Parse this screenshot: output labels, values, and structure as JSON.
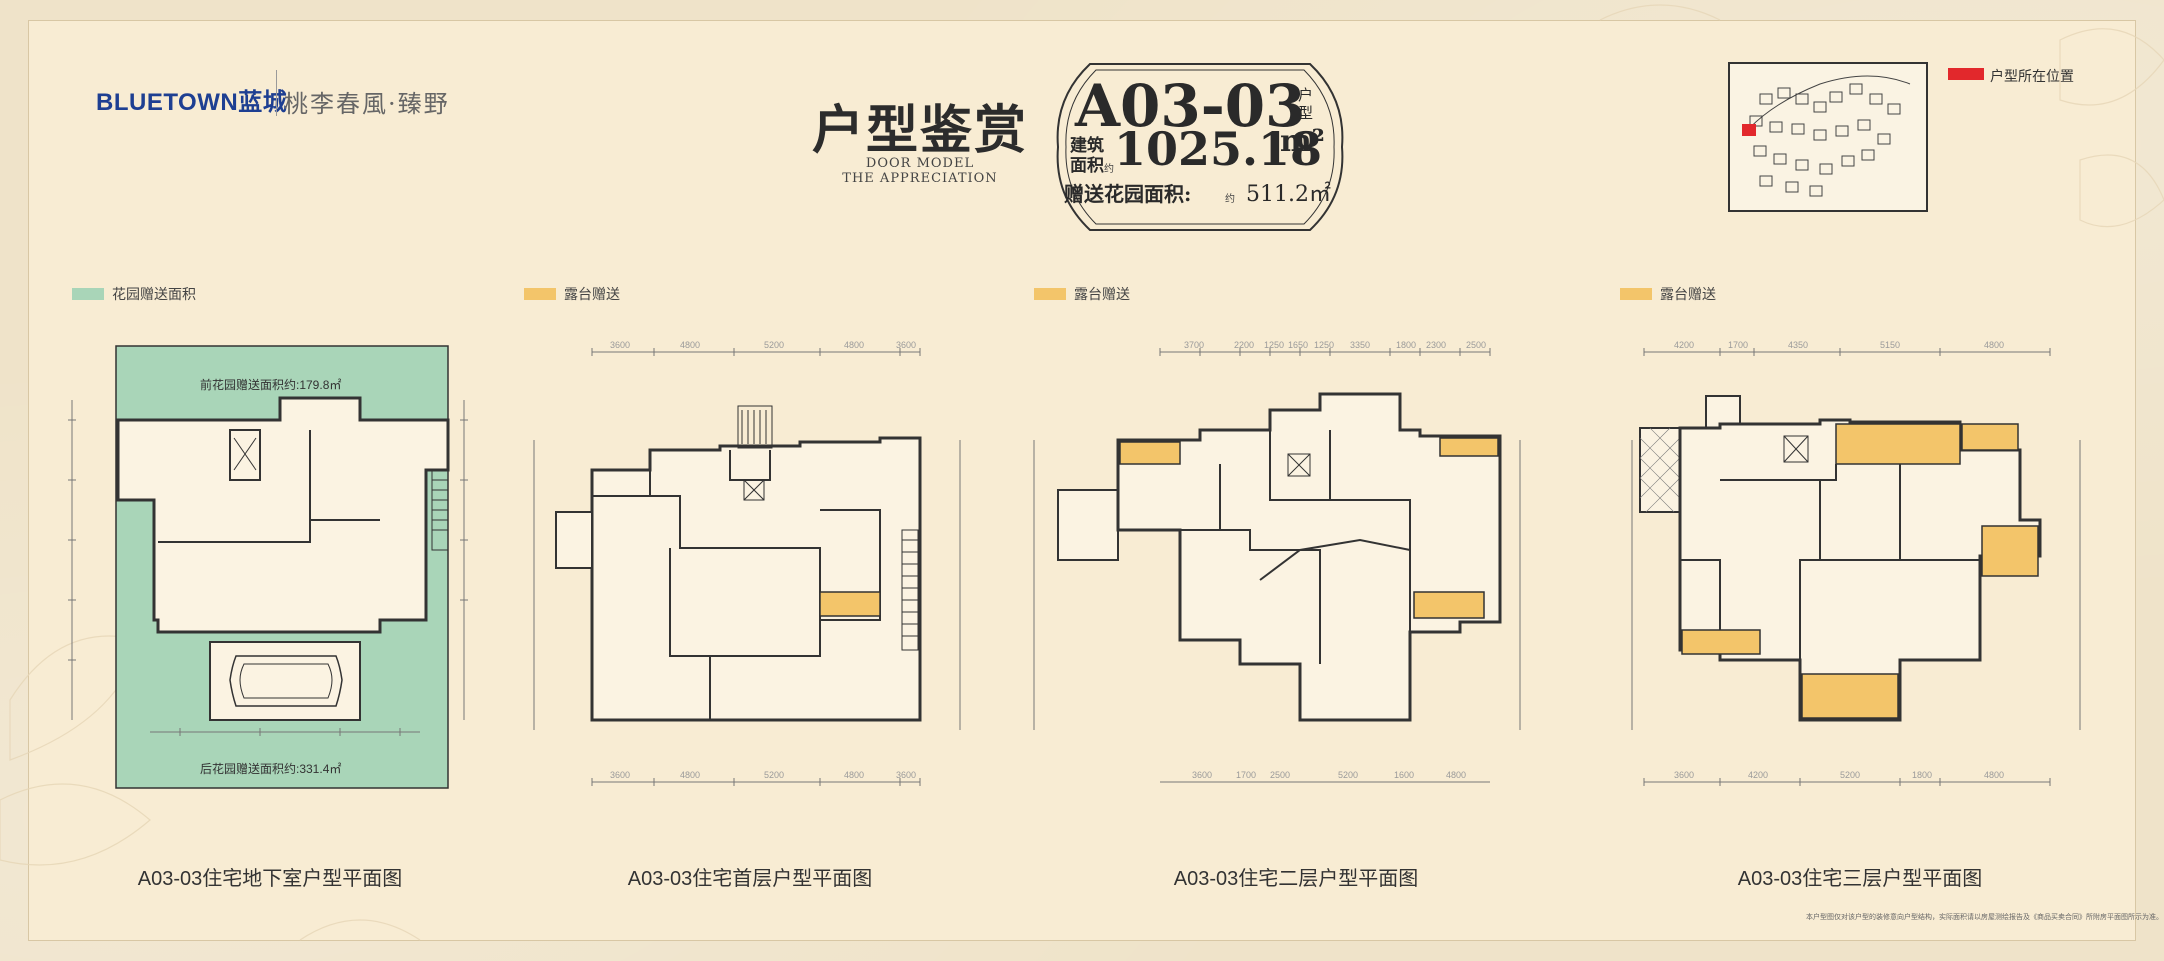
{
  "brand": {
    "company": "BLUETOWN蓝城",
    "project": "桃李春風·臻野"
  },
  "header": {
    "title_cn": "户型鉴赏",
    "title_en_line1": "DOOR MODEL",
    "title_en_line2": "THE APPRECIATION"
  },
  "unit": {
    "code": "A03-03",
    "code_suffix": "户型",
    "area_label": "建筑面积",
    "area_prefix": "约",
    "area_value": "1025.18",
    "area_unit": "m²",
    "gift_label": "赠送花园面积:",
    "gift_prefix": "约",
    "gift_value": "511.2㎡"
  },
  "site_map": {
    "legend_label": "户型所在位置",
    "legend_color": "#e2282c"
  },
  "legends": [
    {
      "label": "花园赠送面积",
      "color": "#a9d5b8"
    },
    {
      "label": "露台赠送",
      "color": "#f3c56a"
    },
    {
      "label": "露台赠送",
      "color": "#f3c56a"
    },
    {
      "label": "露台赠送",
      "color": "#f3c56a"
    }
  ],
  "plans": {
    "basement": {
      "caption": "A03-03住宅地下室户型平面图",
      "front_garden": "前花园赠送面积约:179.8㎡",
      "back_garden": "后花园赠送面积约:331.4㎡"
    },
    "first": {
      "caption": "A03-03住宅首层户型平面图",
      "top_dims": [
        "3600",
        "4800",
        "5200",
        "4800",
        "3600"
      ],
      "bottom_dims": [
        "3600",
        "4800",
        "5200",
        "4800",
        "3600"
      ]
    },
    "second": {
      "caption": "A03-03住宅二层户型平面图",
      "top_dims": [
        "3700",
        "2200",
        "1250",
        "1650",
        "1250",
        "3350",
        "1800",
        "2300",
        "2500"
      ],
      "bottom_dims": [
        "3600",
        "1700",
        "2500",
        "5200",
        "1600",
        "4800"
      ]
    },
    "third": {
      "caption": "A03-03住宅三层户型平面图",
      "top_dims": [
        "4200",
        "1700",
        "4350",
        "5150",
        "4800"
      ],
      "bottom_dims": [
        "3600",
        "4200",
        "5200",
        "1800",
        "4800"
      ]
    }
  },
  "colors": {
    "garden_green": "#a9d5b8",
    "terrace_yellow": "#f3c56a",
    "wall": "#3a3a3a"
  },
  "footer_note": "本户型图仅对该户型的装修意向户型结构，实际面积请以房屋测绘报告及《商品买卖合同》所附房平面图所示为准。"
}
